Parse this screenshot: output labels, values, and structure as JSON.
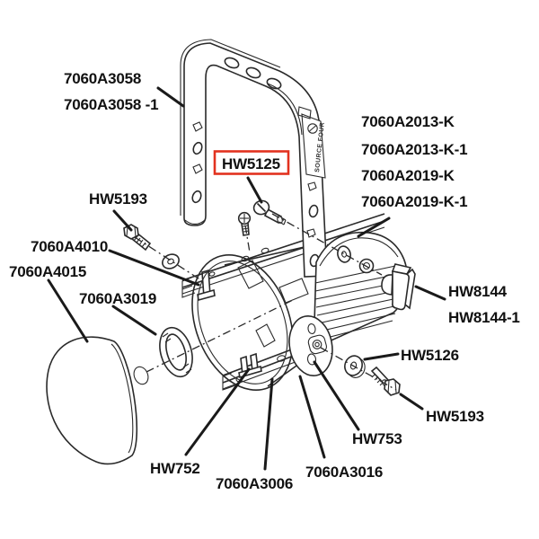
{
  "diagram": {
    "type": "exploded-parts-diagram",
    "engraving": "SOURCE FOUR",
    "colors": {
      "line": "#2a2a2a",
      "label_text": "#111111",
      "highlight_box": "#e2321f",
      "background": "#ffffff"
    },
    "labels": {
      "yoke": "7060A3058",
      "yoke_alt": "7060A3058 -1",
      "screw_top": "HW5193",
      "rail_clamp_top": "7060A4010",
      "reflector": "7060A4015",
      "ring": "7060A3019",
      "highlighted_screw": "HW5125",
      "body_a": "7060A2013-K",
      "body_b": "7060A2013-K-1",
      "body_c": "7060A2019-K",
      "body_d": "7060A2019-K-1",
      "knob": "HW8144",
      "knob_alt": "HW8144-1",
      "washer_bottom": "HW5126",
      "screw_bottom": "HW5193",
      "rail_clamp_bottom": "HW752",
      "rail_bottom": "7060A3006",
      "plate": "7060A3016",
      "plate_screw": "HW753"
    }
  }
}
